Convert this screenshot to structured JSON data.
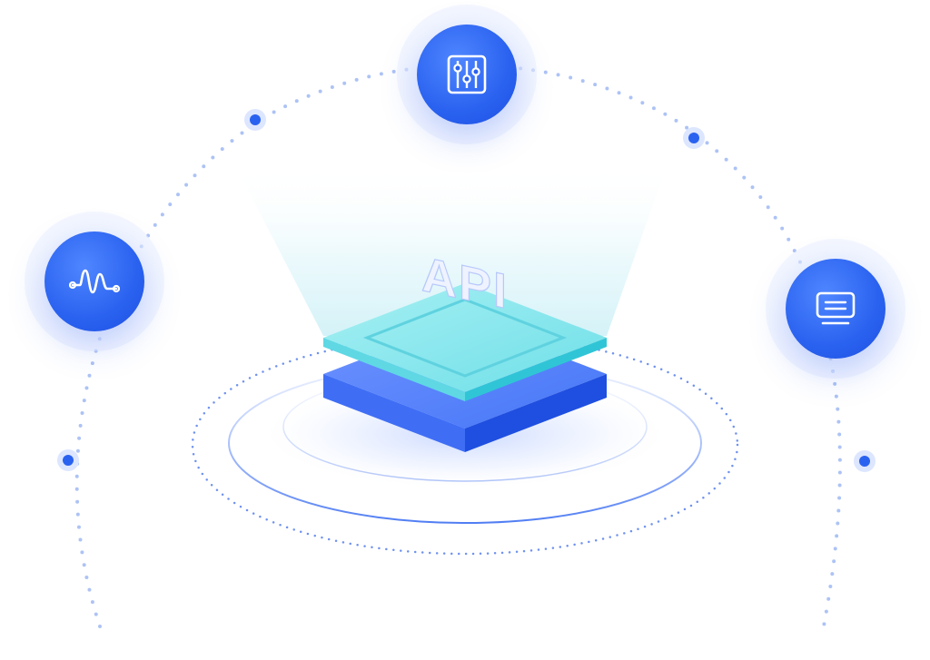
{
  "center_label": "API",
  "colors": {
    "primary_blue": "#2a62f0",
    "cyan_top": "#7fe7ee",
    "cyan_edge": "#3fd3e0",
    "base_blue": "#3f6ef5",
    "orbit_dot": "#9bb6f2",
    "beam": "#dff6fb"
  },
  "nodes": [
    {
      "name": "waveform-node",
      "icon": "waveform-icon"
    },
    {
      "name": "sliders-node",
      "icon": "sliders-icon"
    },
    {
      "name": "monitor-node",
      "icon": "monitor-icon"
    }
  ]
}
